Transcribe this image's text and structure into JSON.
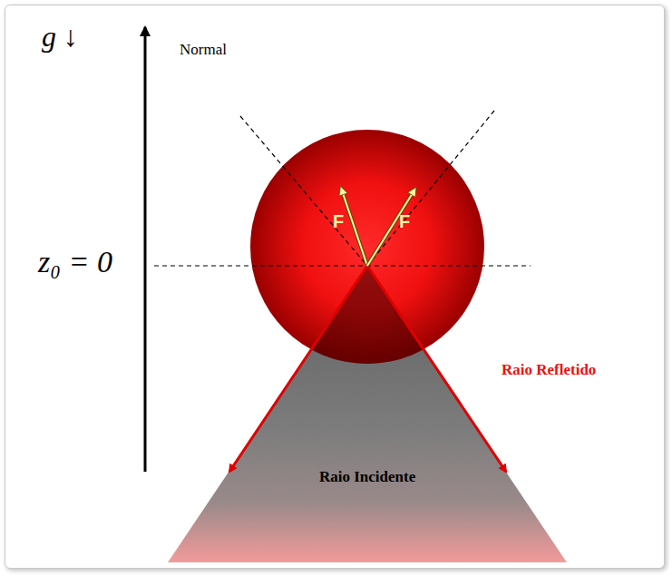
{
  "diagram": {
    "nodes": [
      {
        "text": [
          "F",
          "F"
        ]
      },
      {
        "text": [
          "Raio Incidente"
        ]
      }
    ],
    "labels": [
      "g ↓",
      "Normal",
      "z₀ = 0",
      "Raio Refletido"
    ]
  }
}
